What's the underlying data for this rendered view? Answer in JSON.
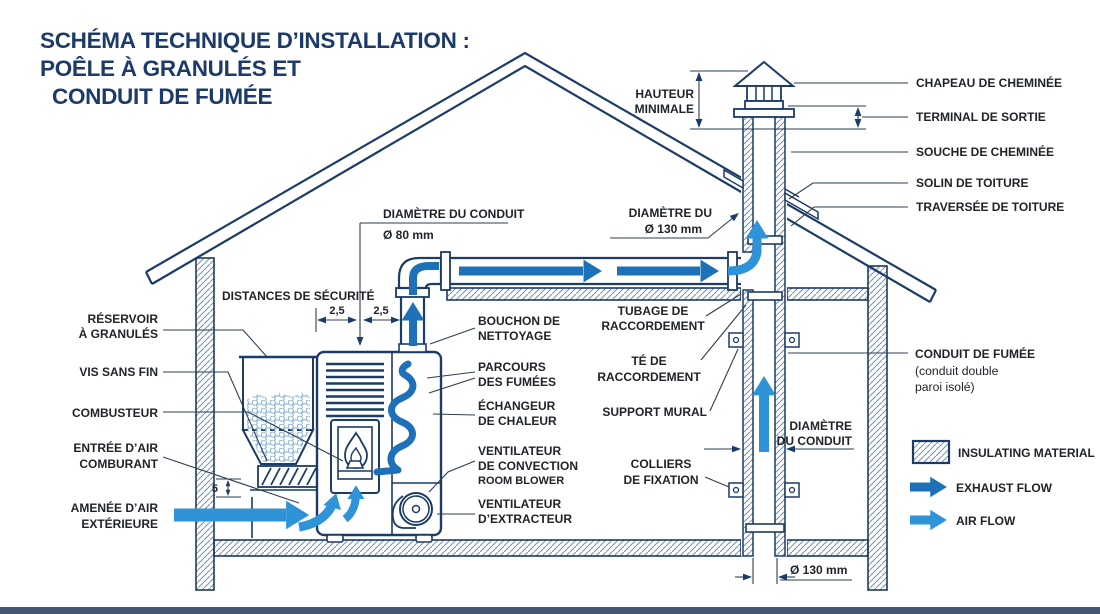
{
  "title": {
    "lines": [
      "SCHÉMA TECHNIQUE D’INSTALLATION :",
      "POÊLE À GRANULÉS ET",
      "CONDUIT DE FUMÉE"
    ]
  },
  "colors": {
    "outline": "#1c3b66",
    "title_text": "#1c3a6b",
    "label_text": "#20242a",
    "exhaust_flow": "#1d71b8",
    "air_flow": "#2f93d8"
  },
  "labels": {
    "hauteur_minimale": [
      "HAUTEUR",
      "MINIMALE"
    ],
    "chapeau_cheminee": "CHAPEAU DE CHEMINÉE",
    "terminal_sortie": "TERMINAL DE SORTIE",
    "souche_cheminee": "SOUCHE DE CHEMINÉE",
    "solin_toiture": "SOLIN DE TOITURE",
    "traversee_toiture": "TRAVERSÉE DE TOITURE",
    "diametre_conduit_stove": {
      "label": "DIAMÈTRE DU CONDUIT",
      "value": "Ø 80 mm"
    },
    "diametre_chimney_top": {
      "label": "DIAMÈTRE DU",
      "value": "Ø 130 mm"
    },
    "distances_securite": "DISTANCES DE SÉCURITÉ",
    "distance_left": "2,5",
    "distance_right": "2,5",
    "wall_gap": "5",
    "reservoir_granules": [
      "RÉSERVOIR",
      "À GRANULÉS"
    ],
    "vis_sans_fin": "VIS SANS FIN",
    "combusteur": "COMBUSTEUR",
    "entree_air_comburant": [
      "ENTRÉE D’AIR",
      "COMBURANT"
    ],
    "amenee_air_exterieure": [
      "AMENÉE D’AIR",
      "EXTÉRIEURE"
    ],
    "bouchon_nettoyage": [
      "BOUCHON DE",
      "NETTOYAGE"
    ],
    "parcours_fumees": [
      "PARCOURS",
      "DES FUMÉES"
    ],
    "echangeur_chaleur": [
      "ÉCHANGEUR",
      "DE CHALEUR"
    ],
    "ventilateur_convection": [
      "VENTILATEUR",
      "DE CONVECTION",
      "ROOM BLOWER"
    ],
    "ventilateur_extracteur": [
      "VENTILATEUR",
      "D’EXTRACTEUR"
    ],
    "tubage_raccordement": [
      "TUBAGE DE",
      "RACCORDEMENT"
    ],
    "te_raccordement": [
      "TÉ DE",
      "RACCORDEMENT"
    ],
    "support_mural": "SUPPORT MURAL",
    "colliers_fixation": [
      "COLLIERS",
      "DE FIXATION"
    ],
    "conduit_fumee": [
      "CONDUIT DE FUMÉE",
      "(conduit double",
      "paroi isolé)"
    ],
    "diametre_conduit_chimney": [
      "DIAMÈTRE",
      "DU CONDUIT"
    ],
    "diametre_floor": "Ø 130 mm"
  },
  "legend": {
    "insulating_material": "INSULATING MATERIAL",
    "exhaust_flow": "EXHAUST FLOW",
    "air_flow": "AIR FLOW"
  }
}
